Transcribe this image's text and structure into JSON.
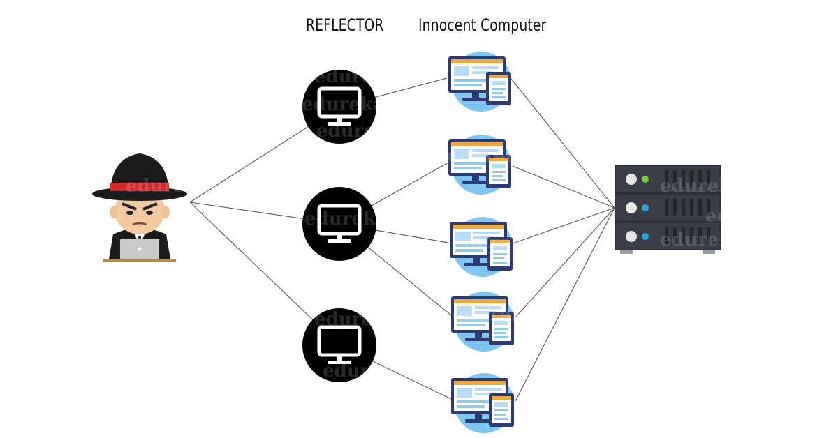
{
  "labels": {
    "reflector": "REFLECTOR",
    "innocent": "Innocent Computer"
  },
  "watermark": "edureka!",
  "nodes": {
    "attacker": {
      "icon": "hacker-icon"
    },
    "reflectors": [
      {
        "icon": "monitor-icon"
      },
      {
        "icon": "monitor-icon"
      },
      {
        "icon": "monitor-icon"
      }
    ],
    "innocent_computers": [
      {
        "icon": "computer-icon"
      },
      {
        "icon": "computer-icon"
      },
      {
        "icon": "computer-icon"
      },
      {
        "icon": "computer-icon"
      },
      {
        "icon": "computer-icon"
      }
    ],
    "target": {
      "icon": "server-icon"
    }
  },
  "connections": [
    {
      "from": "attacker",
      "to": "reflector-1"
    },
    {
      "from": "attacker",
      "to": "reflector-2"
    },
    {
      "from": "attacker",
      "to": "reflector-3"
    },
    {
      "from": "reflector-1",
      "to": "innocent-1"
    },
    {
      "from": "reflector-2",
      "to": "innocent-2"
    },
    {
      "from": "reflector-2",
      "to": "innocent-3"
    },
    {
      "from": "reflector-2",
      "to": "innocent-4"
    },
    {
      "from": "reflector-3",
      "to": "innocent-5"
    },
    {
      "from": "innocent-1",
      "to": "target"
    },
    {
      "from": "innocent-2",
      "to": "target"
    },
    {
      "from": "innocent-3",
      "to": "target"
    },
    {
      "from": "innocent-4",
      "to": "target"
    },
    {
      "from": "innocent-5",
      "to": "target"
    }
  ],
  "colors": {
    "line": "#555555",
    "reflector_fill": "#000000",
    "computer_bg": "#7cc7f2",
    "monitor_frame": "#2e3b73",
    "hat_band": "#d62a2a",
    "server_body": "#2f3138",
    "server_led_green": "#6fcf2f",
    "server_led_blue": "#2aa6df"
  }
}
